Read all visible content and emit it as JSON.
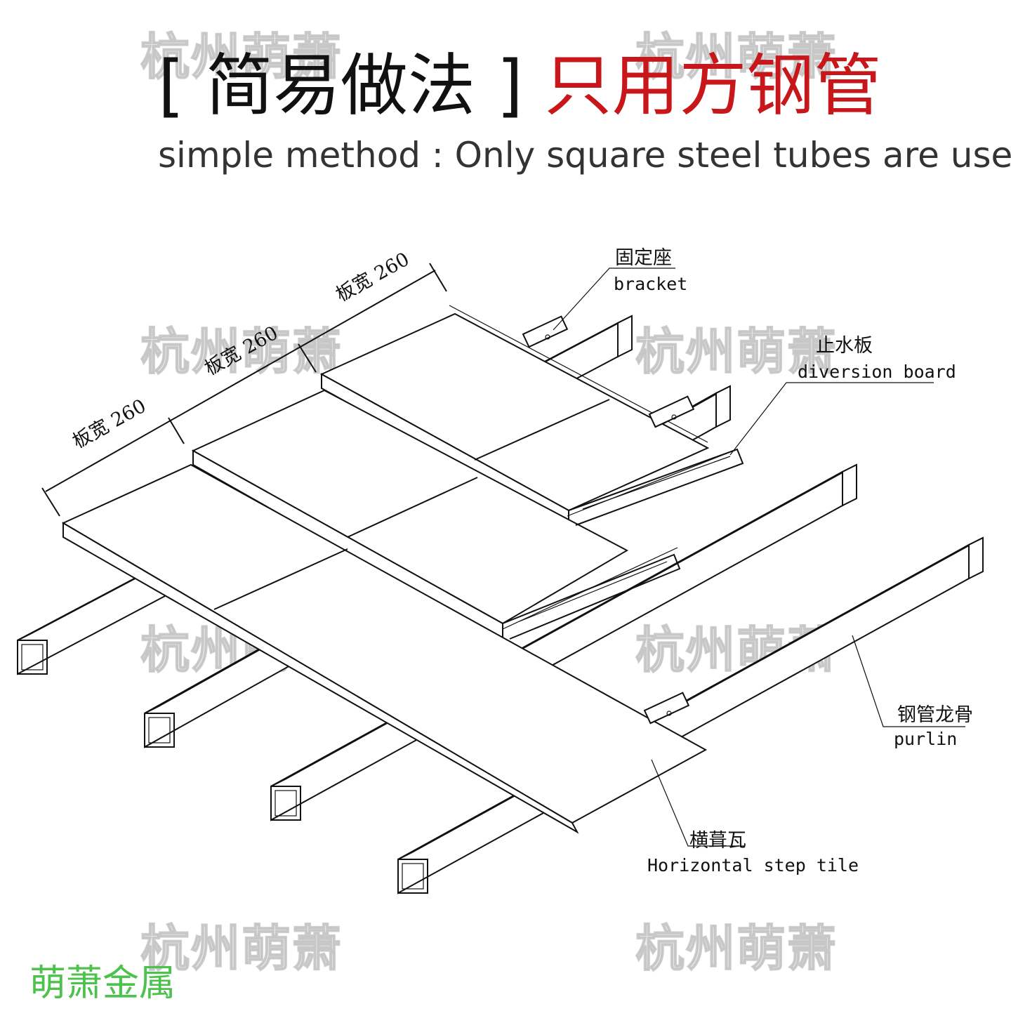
{
  "watermark": "杭州萌萧",
  "title": {
    "bracket_open": "[",
    "method": "简易做法",
    "bracket_close": "]",
    "highlight": "只用方钢管",
    "subtitle": "simple method : Only square steel tubes are used"
  },
  "callouts": {
    "bracket_cn": "固定座",
    "bracket_en": "bracket",
    "diversion_cn": "止水板",
    "diversion_en": "diversion board",
    "purlin_cn": "钢管龙骨",
    "purlin_en": "purlin",
    "tile_cn": "横葺瓦",
    "tile_en": "Horizontal step tile"
  },
  "dimensions": [
    "板宽 260",
    "板宽 260",
    "板宽 260"
  ],
  "brand": "萌萧金属",
  "colors": {
    "title_red": "#c8171b",
    "brand_green": "#4cc24c"
  }
}
